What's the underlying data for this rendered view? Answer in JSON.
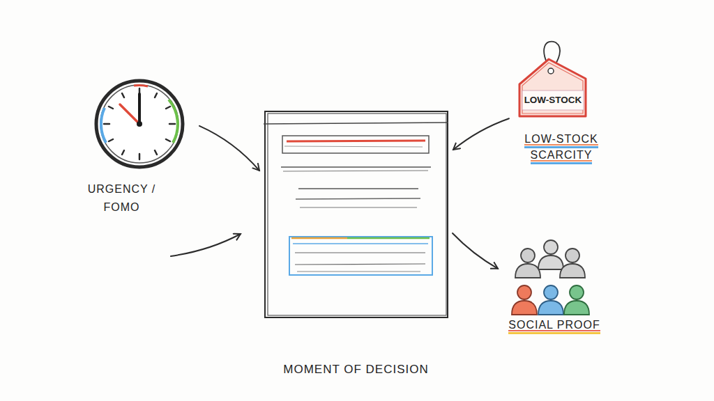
{
  "diagram": {
    "nodes": [
      {
        "text": [
          "URGENCY / FOMO"
        ]
      },
      {
        "text": [
          "MOMENT OF DECISION"
        ]
      },
      {
        "text": [
          "LOW-STOCK",
          "LOW-STOCK SCARCITY"
        ]
      },
      {
        "text": [
          "SOCIAL PROOF"
        ]
      }
    ],
    "edges": [
      {
        "from": 0,
        "to": 1,
        "arrow": "to"
      },
      {
        "from": 2,
        "to": 1,
        "arrow": "to"
      },
      {
        "from": 1,
        "to": 3,
        "arrow": "to"
      }
    ]
  }
}
